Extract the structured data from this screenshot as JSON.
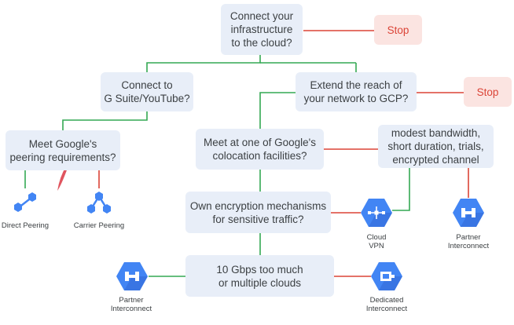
{
  "nodes": {
    "connect_infra": "Connect your\ninfrastructure\nto the cloud?",
    "connect_gsuite": "Connect to\nG Suite/YouTube?",
    "extend_reach": "Extend the reach of\nyour network to GCP?",
    "peering_req": "Meet Google's\npeering requirements?",
    "colocation": "Meet at one of Google's\ncolocation facilities?",
    "modest_bw": "modest bandwidth,\nshort duration, trials,\nencrypted channel",
    "encryption": "Own encryption mechanisms\nfor sensitive traffic?",
    "ten_gbps": "10 Gbps too much\nor multiple clouds"
  },
  "stops": {
    "stop_top": "Stop",
    "stop_right": "Stop"
  },
  "captions": {
    "direct_peering": "Direct Peering",
    "carrier_peering": "Carrier Peering",
    "cloud_vpn": "Cloud\nVPN",
    "partner_interconnect_right": "Partner\nInterconnect",
    "partner_interconnect_left": "Partner\nInterconnect",
    "dedicated_interconnect": "Dedicated\nInterconnect"
  },
  "colors": {
    "yes_line": "#34a853",
    "no_line": "#db4437",
    "node_bg": "#e8eef8",
    "stop_bg": "#fbe4e1",
    "icon_blue": "#4285f4",
    "icon_dark": "#3367d6"
  },
  "icons": [
    "peering-icon",
    "carrier-peering-icon",
    "cloud-vpn-icon",
    "partner-interconnect-icon",
    "dedicated-interconnect-icon"
  ]
}
